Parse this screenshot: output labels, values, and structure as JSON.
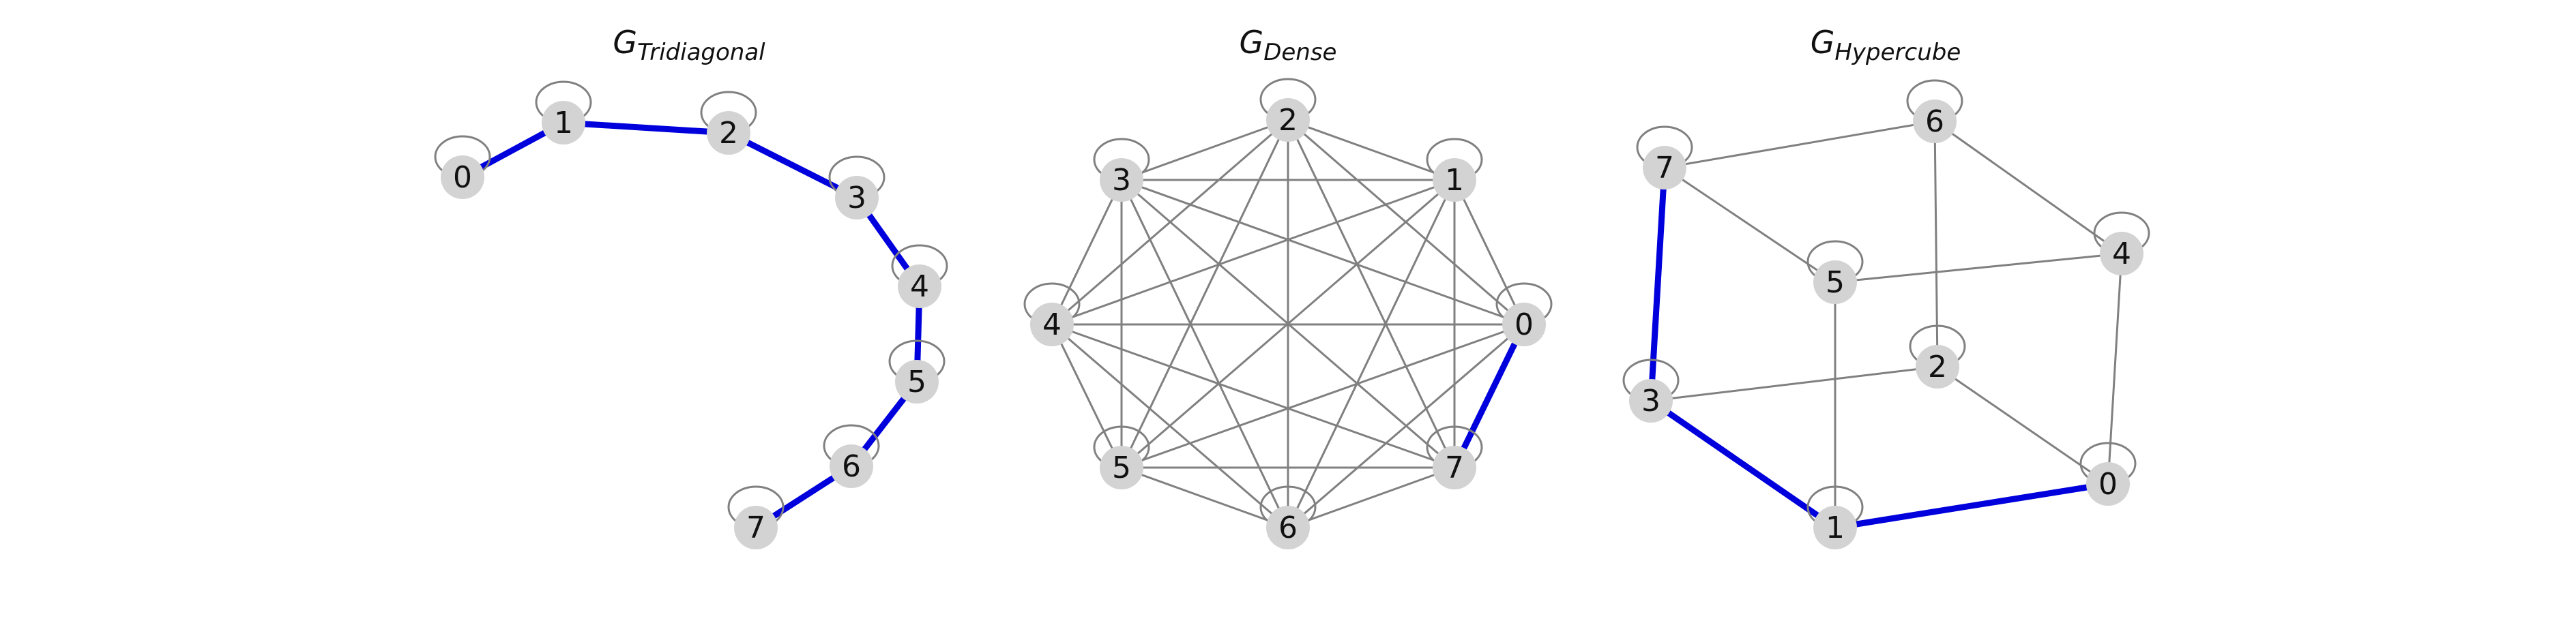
{
  "colors": {
    "background": "#ffffff",
    "node": "#d3d3d3",
    "edge": "#808080",
    "highlight": "#0000dd",
    "text": "#111111"
  },
  "graphs": [
    {
      "id": "tridiagonal",
      "title_main": "G",
      "title_sub": "Tridiagonal",
      "nodes": [
        "0",
        "1",
        "2",
        "3",
        "4",
        "5",
        "6",
        "7"
      ],
      "edges": [],
      "highlight_edges": [
        [
          0,
          1
        ],
        [
          1,
          2
        ],
        [
          2,
          3
        ],
        [
          3,
          4
        ],
        [
          4,
          5
        ],
        [
          5,
          6
        ],
        [
          6,
          7
        ]
      ],
      "self_loops": true
    },
    {
      "id": "dense",
      "title_main": "G",
      "title_sub": "Dense",
      "nodes": [
        "0",
        "1",
        "2",
        "3",
        "4",
        "5",
        "6",
        "7"
      ],
      "edges": "complete",
      "highlight_edges": [
        [
          0,
          7
        ]
      ],
      "self_loops": true
    },
    {
      "id": "hypercube",
      "title_main": "G",
      "title_sub": "Hypercube",
      "nodes": [
        "0",
        "1",
        "2",
        "3",
        "4",
        "5",
        "6",
        "7"
      ],
      "edges": [
        [
          0,
          2
        ],
        [
          0,
          4
        ],
        [
          2,
          3
        ],
        [
          2,
          6
        ],
        [
          4,
          5
        ],
        [
          4,
          6
        ],
        [
          5,
          7
        ],
        [
          5,
          1
        ],
        [
          6,
          7
        ]
      ],
      "highlight_edges": [
        [
          0,
          1
        ],
        [
          1,
          3
        ],
        [
          3,
          7
        ]
      ],
      "self_loops": true
    }
  ]
}
